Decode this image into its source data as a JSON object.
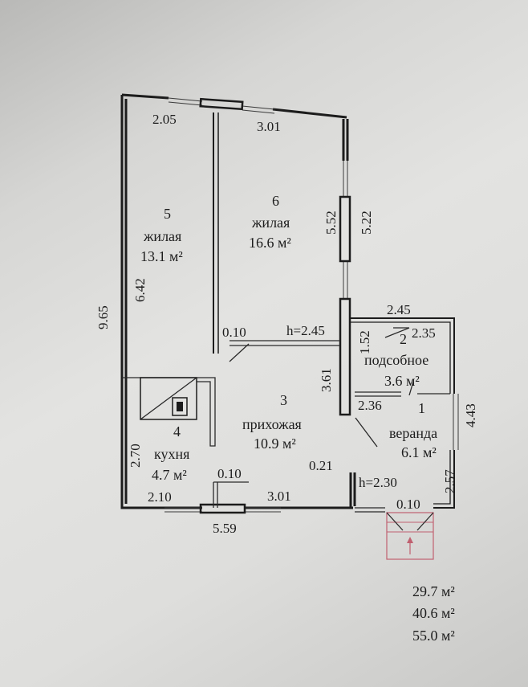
{
  "plan": {
    "dimensions": {
      "top_left": "2.05",
      "top_right": "3.01",
      "outer_left": "9.65",
      "inner_left": "6.42",
      "room6_side_a": "5.52",
      "room6_side_b": "5.22",
      "partition_thickness": "0.10",
      "ceiling_height_main": "h=2.45",
      "veranda_top": "2.45",
      "veranda_side": "1.52",
      "room2_width": "2.35",
      "hall_side": "3.61",
      "room1_width": "2.36",
      "veranda_right": "4.43",
      "kitchen_left": "2.70",
      "kitchen_partition": "0.10",
      "bottom_left": "2.10",
      "bottom_right": "3.01",
      "bottom_total": "5.59",
      "hall_partition": "0.21",
      "ceiling_height_veranda": "h=2.30",
      "veranda_bottom_right": "2.57",
      "veranda_partition": "0.10"
    },
    "rooms": [
      {
        "number": "5",
        "name": "жилая",
        "area": "13.1 м²"
      },
      {
        "number": "6",
        "name": "жилая",
        "area": "16.6 м²"
      },
      {
        "number": "2",
        "name": "подсобное",
        "area": "3.6 м²"
      },
      {
        "number": "3",
        "name": "прихожая",
        "area": "10.9 м²"
      },
      {
        "number": "1",
        "name": "веранда",
        "area": "6.1 м²"
      },
      {
        "number": "4",
        "name": "кухня",
        "area": "4.7 м²"
      }
    ],
    "totals": [
      "29.7 м²",
      "40.6 м²",
      "55.0 м²"
    ]
  }
}
